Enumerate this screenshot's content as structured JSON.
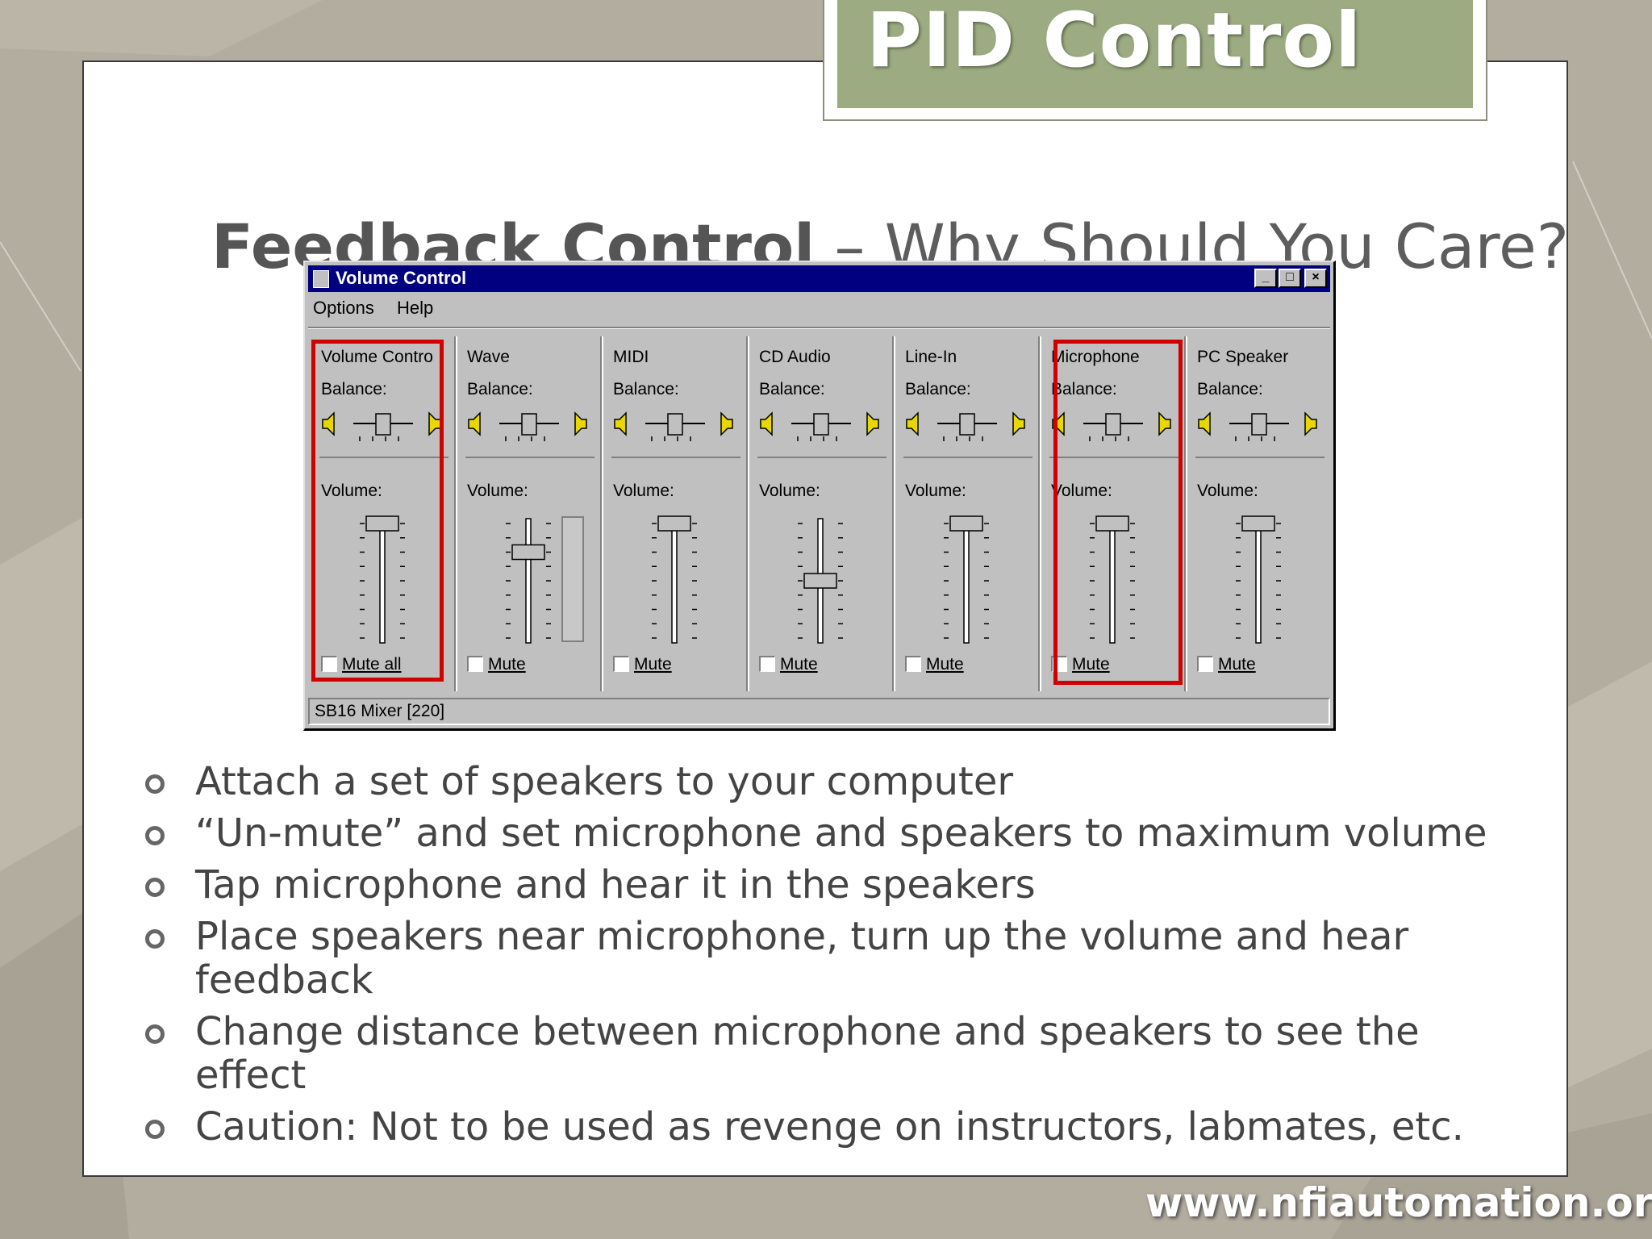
{
  "badge": {
    "title": "PID Control"
  },
  "heading": {
    "bold": "Feedback Control",
    "rest": " – Why Should You Care?"
  },
  "window": {
    "title": "Volume Control",
    "menu": [
      "Options",
      "Help"
    ],
    "title_buttons": [
      "_",
      "□",
      "×"
    ],
    "columns": [
      {
        "name": "Volume Contro",
        "balance": "Balance:",
        "volume": "Volume:",
        "mute": "Mute all",
        "level": 1.0
      },
      {
        "name": "Wave",
        "balance": "Balance:",
        "volume": "Volume:",
        "mute": "Mute",
        "level": 0.75
      },
      {
        "name": "MIDI",
        "balance": "Balance:",
        "volume": "Volume:",
        "mute": "Mute",
        "level": 1.0
      },
      {
        "name": "CD Audio",
        "balance": "Balance:",
        "volume": "Volume:",
        "mute": "Mute",
        "level": 0.5
      },
      {
        "name": "Line-In",
        "balance": "Balance:",
        "volume": "Volume:",
        "mute": "Mute",
        "level": 1.0
      },
      {
        "name": "Microphone",
        "balance": "Balance:",
        "volume": "Volume:",
        "mute": "Mute",
        "level": 1.0
      },
      {
        "name": "PC Speaker",
        "balance": "Balance:",
        "volume": "Volume:",
        "mute": "Mute",
        "level": 1.0
      }
    ],
    "status": "SB16 Mixer [220]"
  },
  "bullets": [
    "Attach a set of speakers to your computer",
    "“Un-mute” and set microphone and speakers to maximum volume",
    "Tap microphone and hear it in the speakers",
    "Place speakers near microphone, turn up the volume and hear feedback",
    "Change distance between microphone and speakers to see the effect",
    "Caution: Not to be used as revenge on instructors, labmates, etc."
  ],
  "footer": {
    "url": "www.nfiautomation.org"
  },
  "colors": {
    "badge_green": "#9cab82",
    "highlight_red": "#d10000",
    "titlebar_navy": "#000080"
  }
}
